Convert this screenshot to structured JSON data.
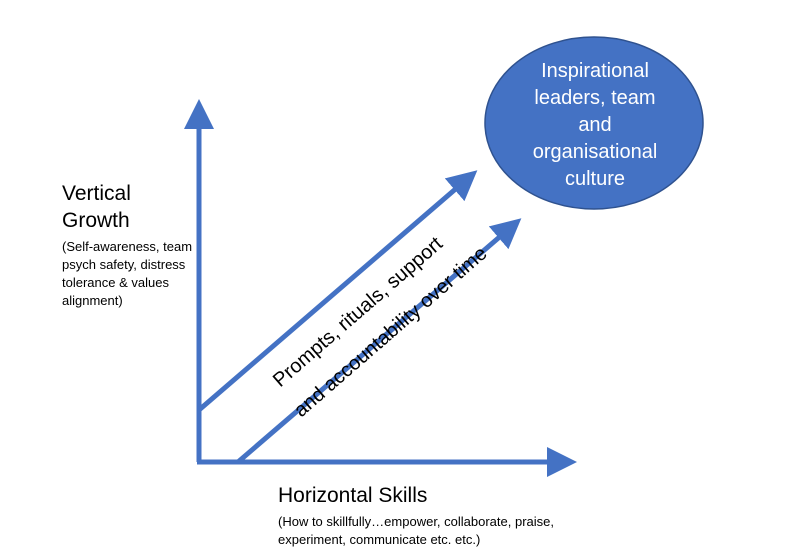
{
  "colors": {
    "arrow": "#4472C4",
    "ellipse_fill": "#4472C4",
    "ellipse_stroke": "#2F528F",
    "ellipse_text": "#FFFFFF"
  },
  "vertical_axis": {
    "title_line1": "Vertical",
    "title_line2": "Growth",
    "subtitle": "(Self-awareness, team psych safety, distress tolerance & values alignment)"
  },
  "horizontal_axis": {
    "title": "Horizontal Skills",
    "subtitle": "(How to skillfully…empower, collaborate, praise, experiment, communicate etc. etc.)"
  },
  "goal": {
    "line1": "Inspirational",
    "line2": "leaders, team",
    "line3": "and",
    "line4": "organisational",
    "line5": "culture"
  },
  "diagonal_label": {
    "line1": "Prompts, rituals, support",
    "line2": "and accountability over time"
  }
}
